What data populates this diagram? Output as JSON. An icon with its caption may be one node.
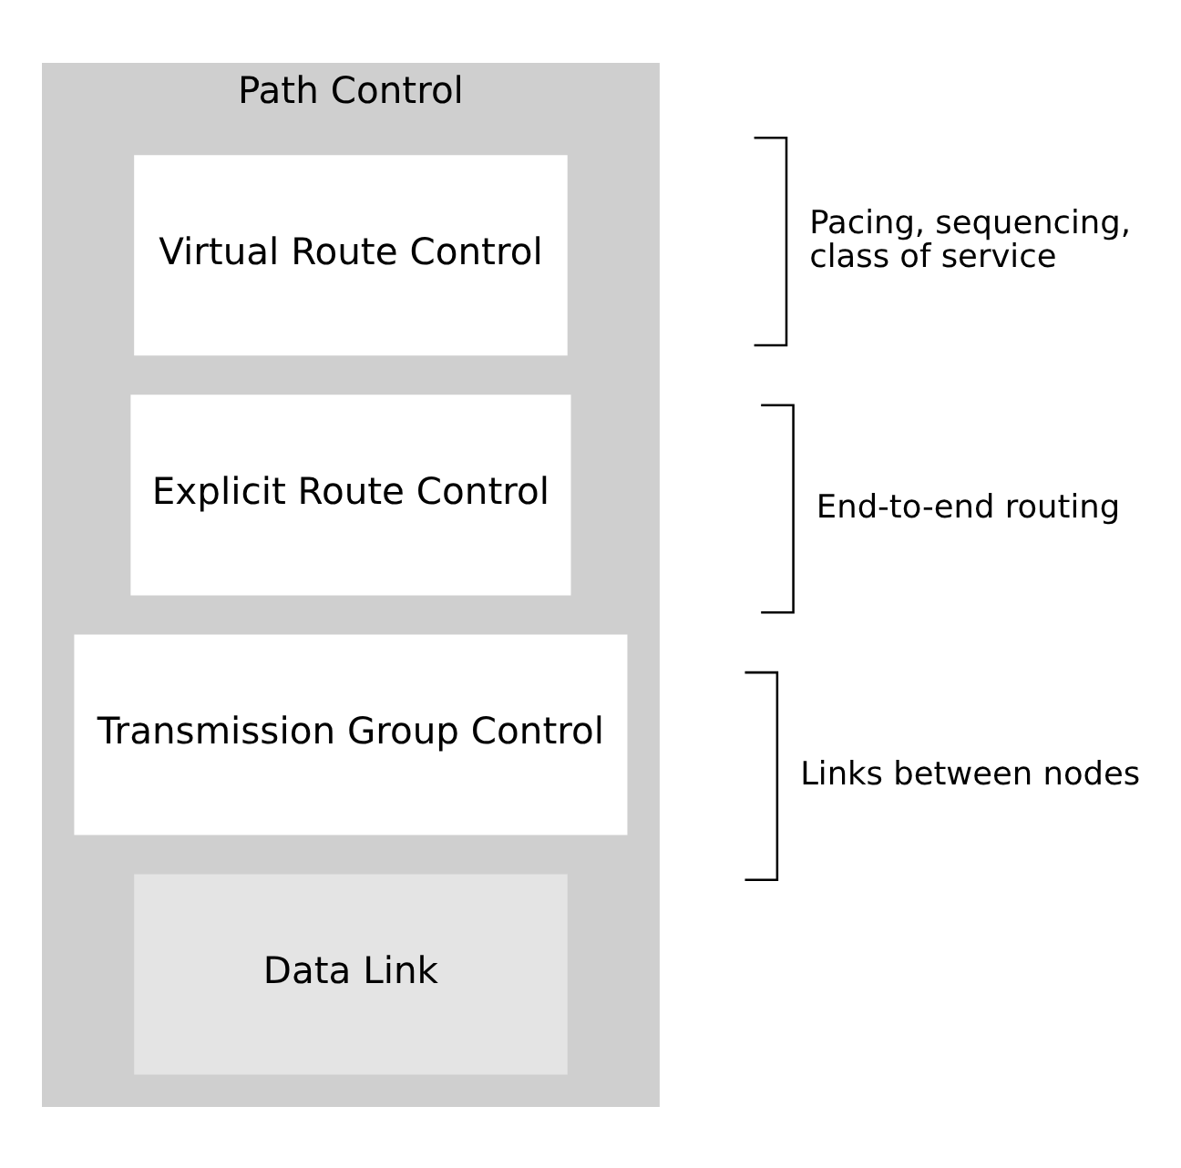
{
  "diagram": {
    "nodes": [
      {
        "text": [
          "Path Control"
        ]
      },
      {
        "text": [
          "Virtual Route Control"
        ],
        "in": 0
      },
      {
        "text": [
          "Explicit Route Control"
        ],
        "in": 0
      },
      {
        "text": [
          "Transmission Group Control"
        ],
        "in": 0
      },
      {
        "text": [
          "Data Link"
        ],
        "in": 0
      }
    ],
    "edges": [],
    "labels": [
      "Pacing, sequencing, class of service",
      "End-to-end routing",
      "Links between nodes"
    ]
  }
}
